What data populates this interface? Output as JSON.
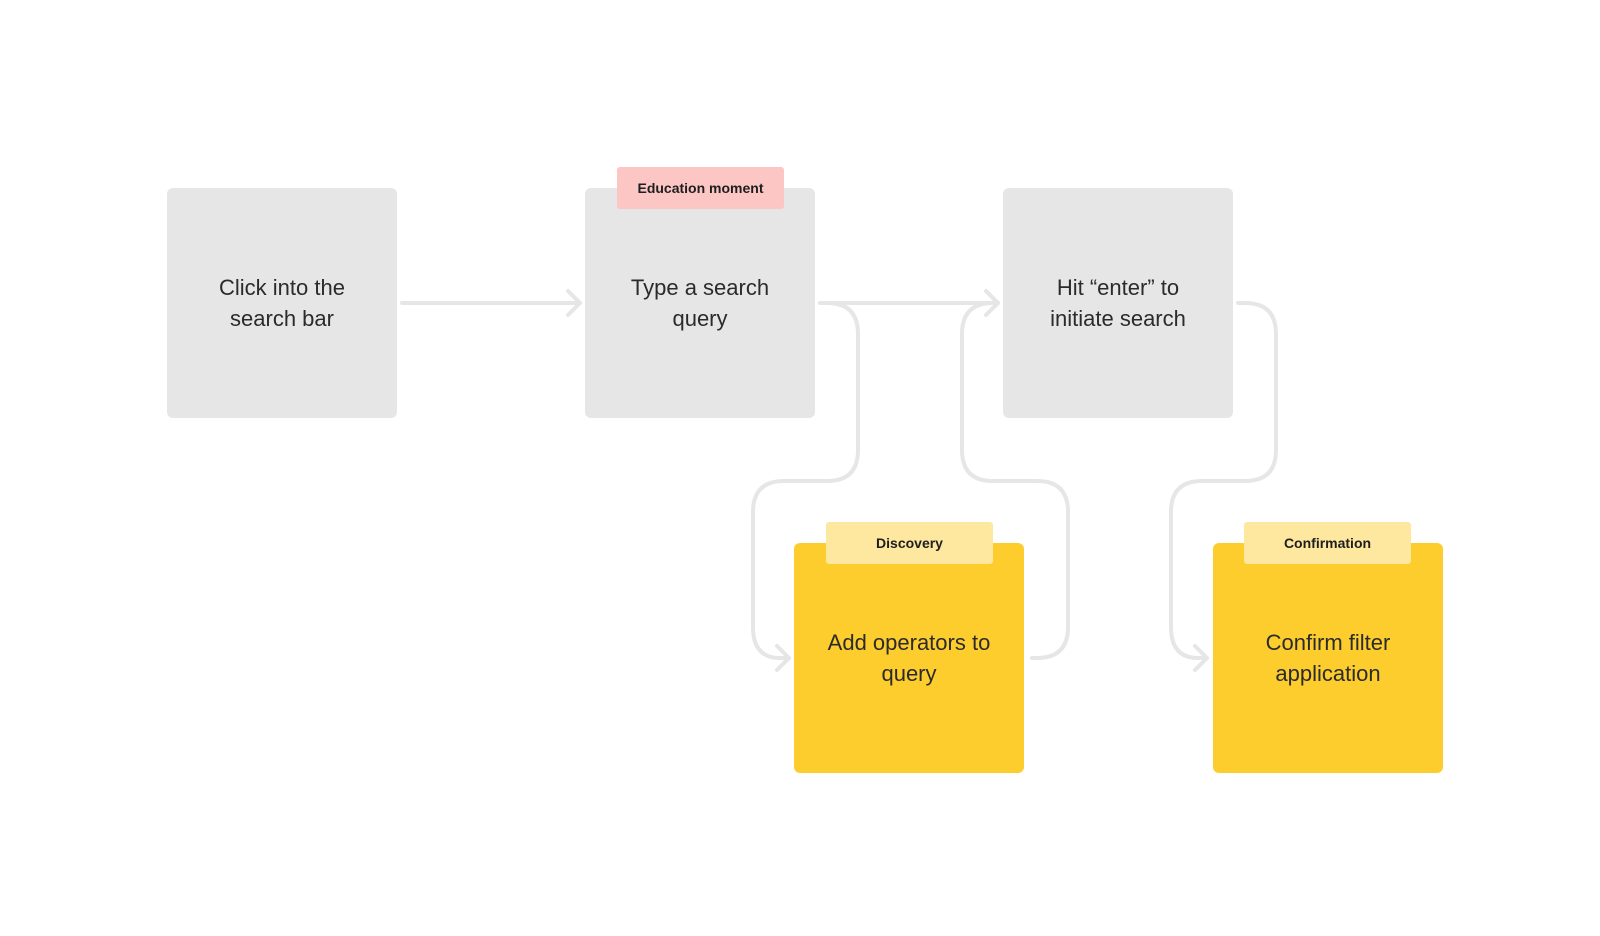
{
  "steps": [
    {
      "id": "step-1",
      "label": "Click into the\nsearch bar",
      "color": "#e6e6e6"
    },
    {
      "id": "step-2",
      "label": "Type a search\nquery",
      "color": "#e6e6e6"
    },
    {
      "id": "step-3",
      "label": "Hit “enter” to\ninitiate search",
      "color": "#e6e6e6"
    },
    {
      "id": "step-4",
      "label": "Add operators to\nquery",
      "color": "#fdcd2d"
    },
    {
      "id": "step-5",
      "label": "Confirm filter\napplication",
      "color": "#fdcd2d"
    }
  ],
  "tags": {
    "education": {
      "label": "Education moment",
      "color": "#fcc6c4"
    },
    "discovery": {
      "label": "Discovery",
      "color": "#fee79e"
    },
    "confirmation": {
      "label": "Confirmation",
      "color": "#fee79e"
    }
  },
  "connector_color": "#e6e6e6"
}
